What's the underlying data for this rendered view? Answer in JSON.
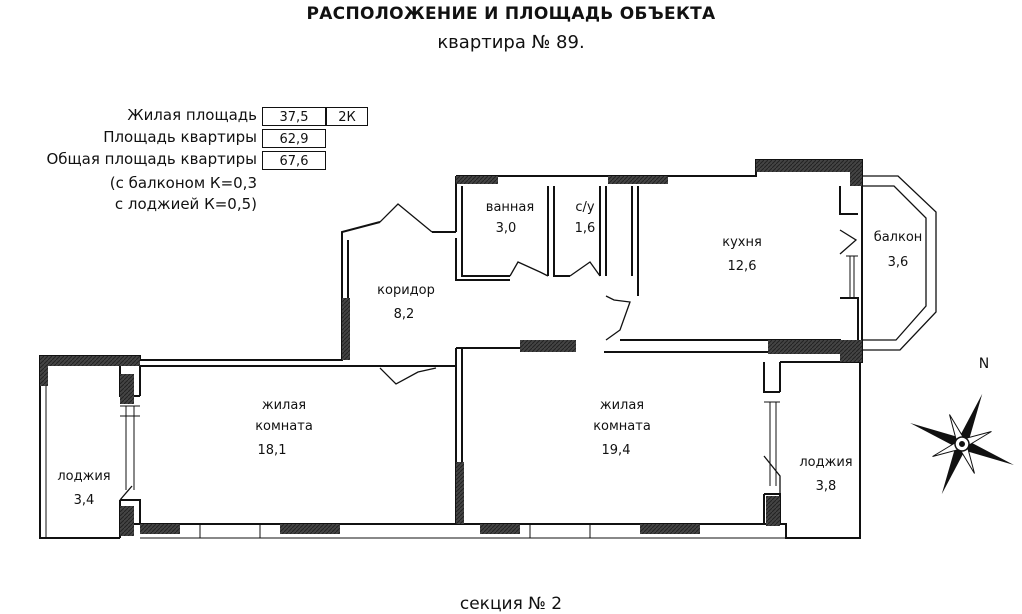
{
  "header": {
    "title": "РАСПОЛОЖЕНИЕ И ПЛОЩАДЬ ОБЪЕКТА",
    "subtitle": "квартира № 89."
  },
  "info": {
    "living_label": "Жилая площадь",
    "living_value": "37,5",
    "rooms_badge": "2К",
    "apartment_label": "Площадь квартиры",
    "apartment_value": "62,9",
    "total_label": "Общая площадь квартиры",
    "total_value": "67,6",
    "note_balcony": "(с балконом К=0,3",
    "note_loggia": "с лоджией К=0,5)"
  },
  "rooms": {
    "bathroom": {
      "name": "ванная",
      "area": "3,0"
    },
    "wc": {
      "name": "с/у",
      "area": "1,6"
    },
    "kitchen": {
      "name": "кухня",
      "area": "12,6"
    },
    "balcony": {
      "name": "балкон",
      "area": "3,6"
    },
    "corridor": {
      "name": "коридор",
      "area": "8,2"
    },
    "living1": {
      "name1": "жилая",
      "name2": "комната",
      "area": "18,1"
    },
    "living2": {
      "name1": "жилая",
      "name2": "комната",
      "area": "19,4"
    },
    "loggia1": {
      "name": "лоджия",
      "area": "3,4"
    },
    "loggia2": {
      "name": "лоджия",
      "area": "3,8"
    }
  },
  "compass": {
    "north": "N"
  },
  "footer": {
    "section": "секция № 2"
  },
  "colors": {
    "wall": "#111111",
    "hatch": "#555555"
  }
}
